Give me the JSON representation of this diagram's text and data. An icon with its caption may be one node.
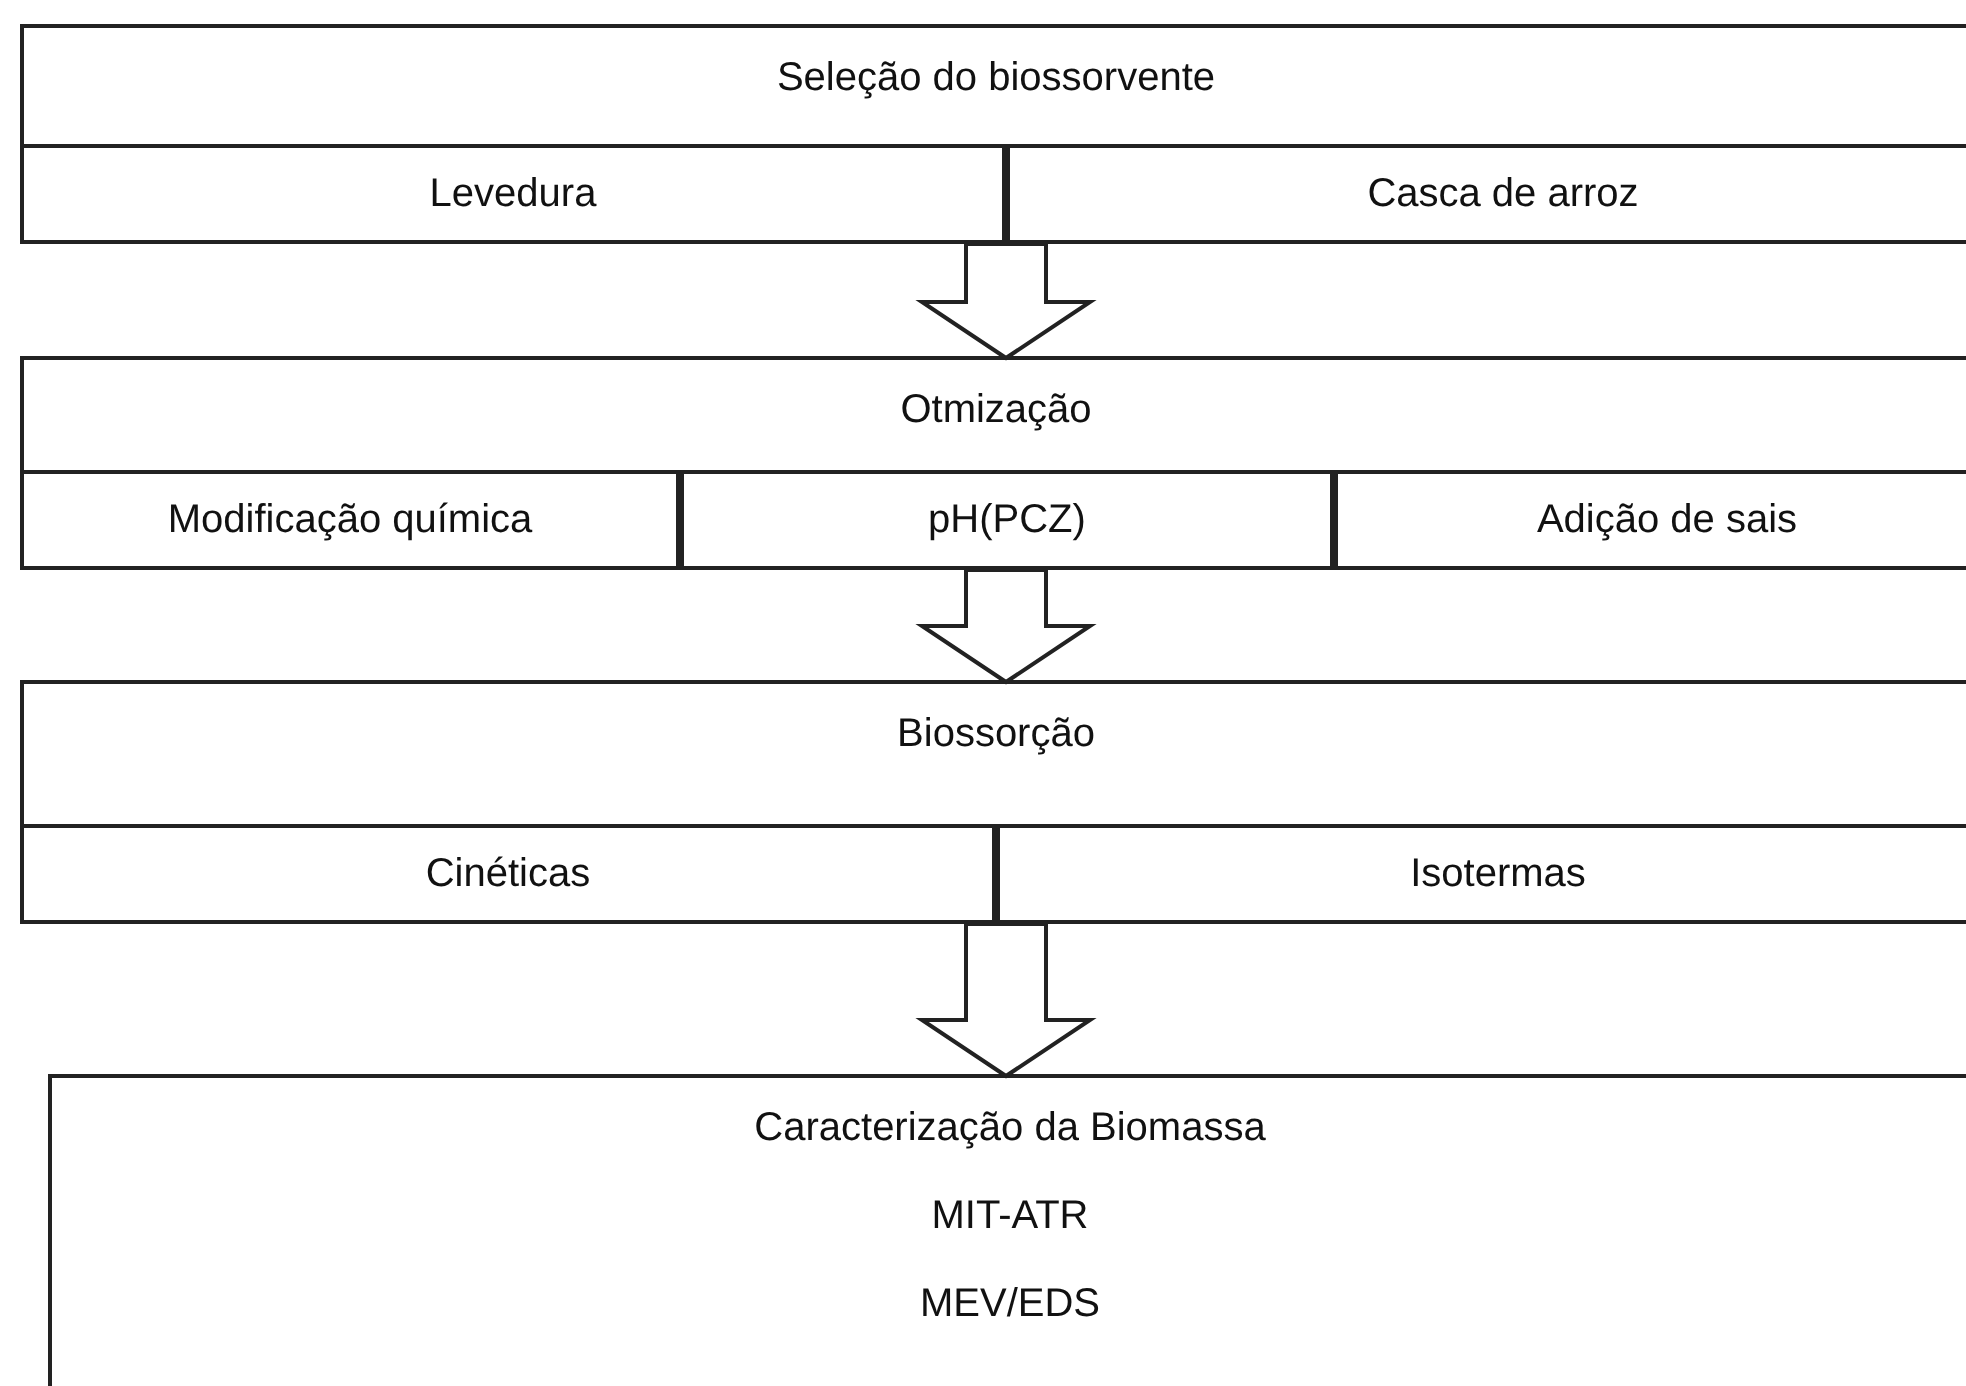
{
  "diagram": {
    "nodes": [
      {
        "text": [
          "Seleção do biossorvente"
        ]
      },
      {
        "text": [
          "Levedura"
        ],
        "in": 0
      },
      {
        "text": [
          "Casca de arroz"
        ],
        "in": 0
      },
      {
        "text": [
          "Otmização"
        ]
      },
      {
        "text": [
          "Modificação química"
        ],
        "in": 3
      },
      {
        "text": [
          "pH(PCZ)"
        ],
        "in": 3
      },
      {
        "text": [
          "Adição de sais"
        ],
        "in": 3
      },
      {
        "text": [
          "Biossorção"
        ]
      },
      {
        "text": [
          "Cinéticas"
        ],
        "in": 7
      },
      {
        "text": [
          "Isotermas"
        ],
        "in": 7
      },
      {
        "text": [
          "Caracterização da Biomassa",
          "MIT-ATR",
          "MEV/EDS"
        ]
      }
    ],
    "edges": [
      {
        "from": 0,
        "to": 3,
        "arrow": "to"
      },
      {
        "from": 3,
        "to": 7,
        "arrow": "to"
      },
      {
        "from": 7,
        "to": 10,
        "arrow": "to"
      }
    ]
  }
}
